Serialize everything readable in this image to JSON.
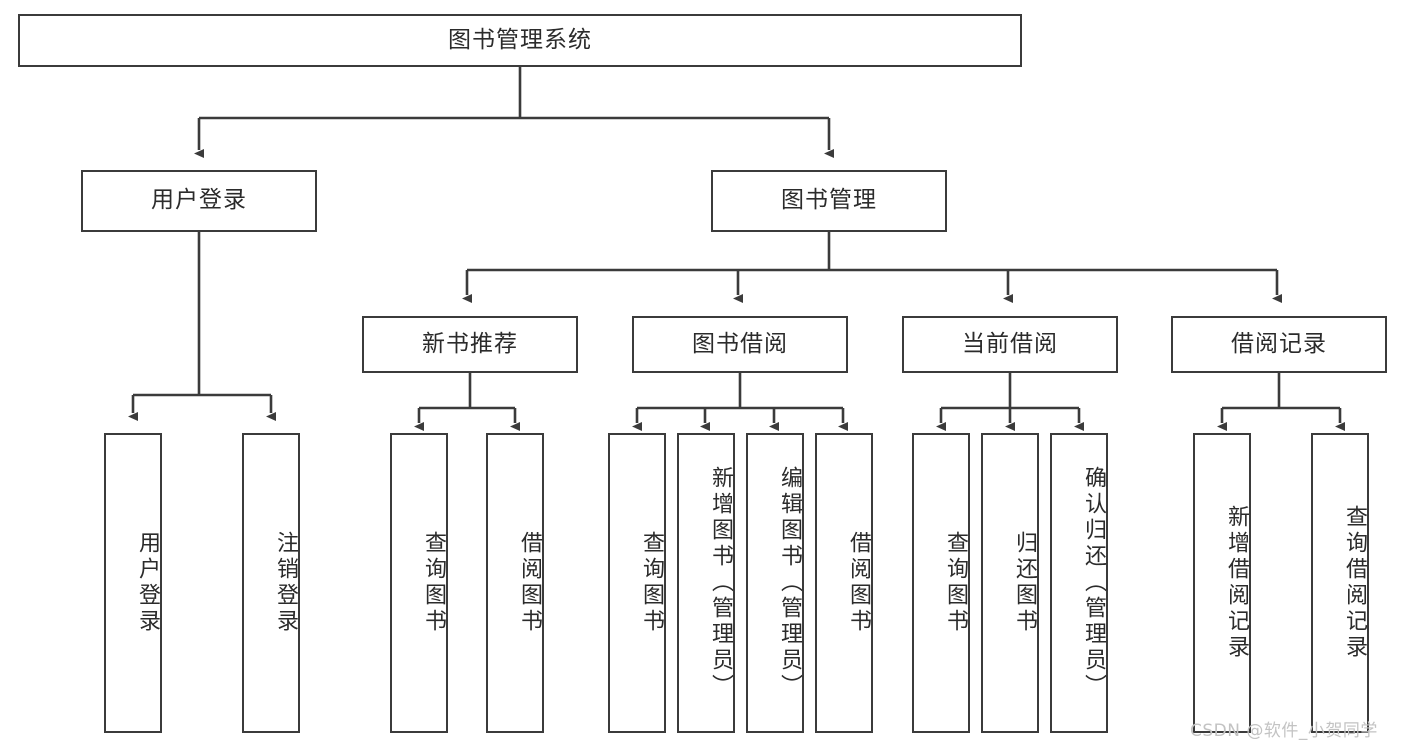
{
  "diagram": {
    "title": "图书管理系统",
    "type": "tree-hierarchy",
    "orientation": "top-down",
    "colors": {
      "box_border": "#3b3b3b",
      "box_fill": "#ffffff",
      "edge": "#3b3b3b",
      "text": "#2b2b2b",
      "watermark": "#c3c3c3",
      "background": "#ffffff"
    }
  },
  "root": {
    "label": "图书管理系统"
  },
  "level2": [
    {
      "label": "用户登录"
    },
    {
      "label": "图书管理"
    }
  ],
  "level3": [
    {
      "label": "新书推荐"
    },
    {
      "label": "图书借阅"
    },
    {
      "label": "当前借阅"
    },
    {
      "label": "借阅记录"
    }
  ],
  "leaves": {
    "user_login": [
      {
        "label": "用户登录"
      },
      {
        "label": "注销登录"
      }
    ],
    "new_book_recommend": [
      {
        "label": "查询图书"
      },
      {
        "label": "借阅图书"
      }
    ],
    "book_borrow": [
      {
        "label": "查询图书"
      },
      {
        "label": "新增图书（管理员）"
      },
      {
        "label": "编辑图书（管理员）"
      },
      {
        "label": "借阅图书"
      }
    ],
    "current_borrow": [
      {
        "label": "查询图书"
      },
      {
        "label": "归还图书"
      },
      {
        "label": "确认归还（管理员）"
      }
    ],
    "borrow_record": [
      {
        "label": "新增借阅记录"
      },
      {
        "label": "查询借阅记录"
      }
    ]
  },
  "watermark": {
    "text": "CSDN @软件_小贺同学"
  }
}
